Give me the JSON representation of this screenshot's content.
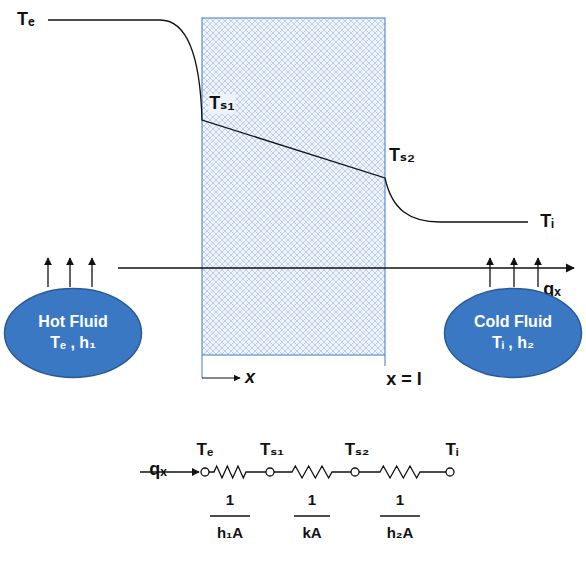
{
  "diagram": {
    "nodes": [
      {
        "text": [
          "Hot Fluid",
          "Tₑ , h₁"
        ]
      },
      {
        "text": [
          "Cold Fluid",
          "Tᵢ , h₂"
        ]
      }
    ],
    "labels": [
      "Tₑ",
      "Tₛ₁",
      "Tₛ₂",
      "Tᵢ",
      "qₓ",
      "x",
      "x = l",
      "qₓ",
      "Tₑ",
      "Tₛ₁",
      "Tₛ₂",
      "Tᵢ",
      "1",
      "h₁A",
      "1",
      "kA",
      "1",
      "h₂A"
    ]
  }
}
